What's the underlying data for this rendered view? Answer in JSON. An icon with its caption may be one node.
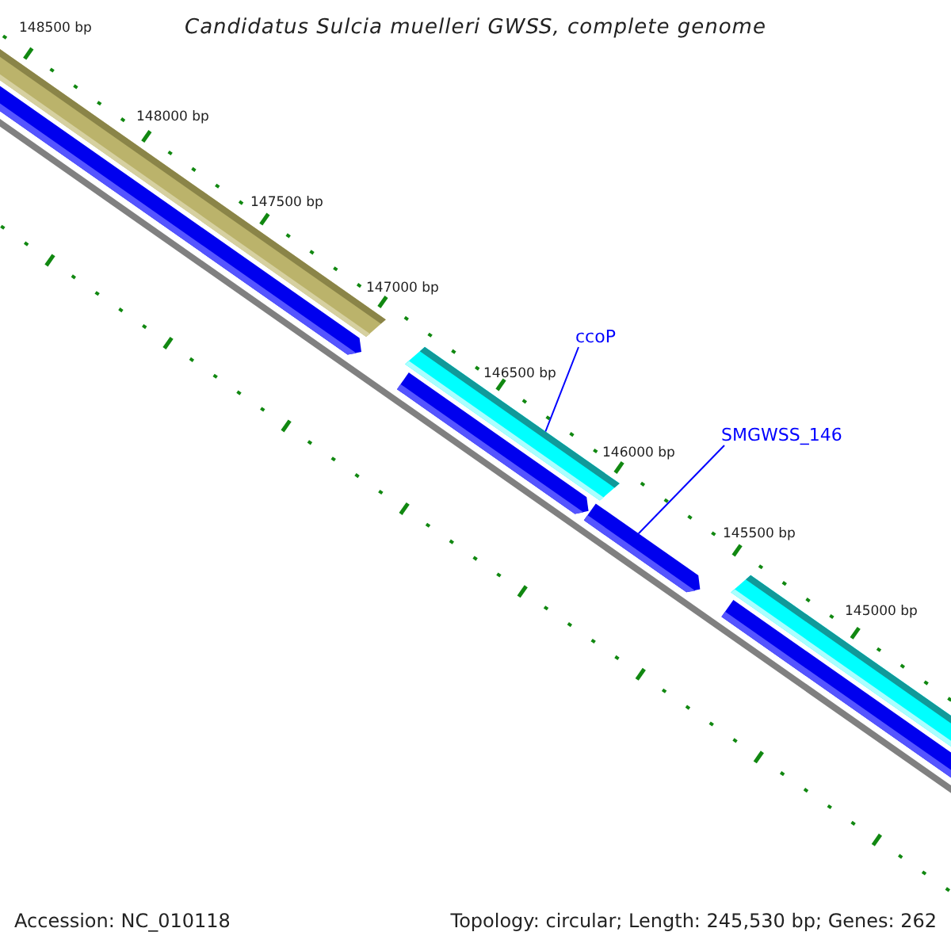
{
  "diagram": {
    "title": "Candidatus Sulcia muelleri GWSS, complete genome",
    "nodes": [
      {
        "text": [
          "ccoP"
        ]
      },
      {
        "text": [],
        "shape": "bar"
      },
      {
        "text": [
          "SMGWSS_146"
        ]
      },
      {
        "text": [],
        "shape": "bar"
      }
    ],
    "edges": [
      {
        "from": 0,
        "to": 1,
        "arrow": "none"
      },
      {
        "from": 2,
        "to": 3,
        "arrow": "none"
      }
    ],
    "labels": [
      "148500 bp",
      "148000 bp",
      "147500 bp",
      "147000 bp",
      "146500 bp",
      "146000 bp",
      "145500 bp",
      "145000 bp",
      "Accession: NC_010118",
      "Topology: circular; Length: 245,530 bp; Genes: 262"
    ]
  }
}
